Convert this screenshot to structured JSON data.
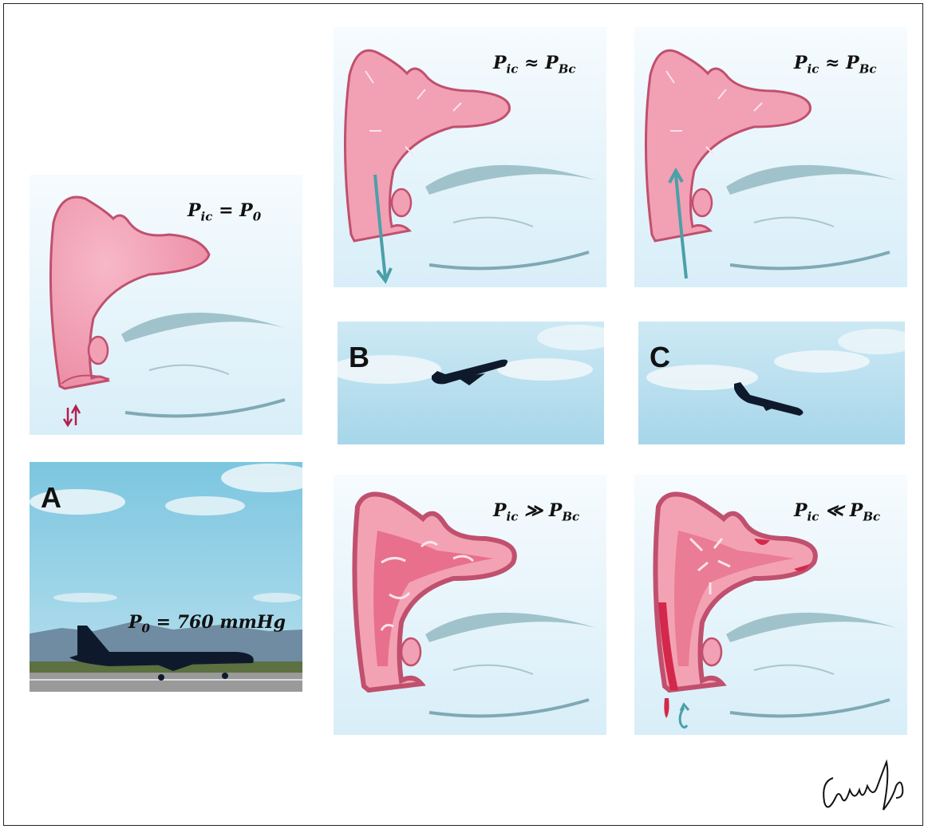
{
  "figure": {
    "panel_letters": {
      "a": "A",
      "b": "B",
      "c": "C"
    },
    "equations": {
      "ground": {
        "lhs": "P",
        "lhs_sub": "ic",
        "op": "=",
        "rhs": "P",
        "rhs_sub": "0"
      },
      "climb_top": {
        "lhs": "P",
        "lhs_sub": "ic",
        "op": "≈",
        "rhs": "P",
        "rhs_sub": "Bc"
      },
      "descent_top": {
        "lhs": "P",
        "lhs_sub": "ic",
        "op": "≈",
        "rhs": "P",
        "rhs_sub": "Bc"
      },
      "climb_bottom": {
        "lhs": "P",
        "lhs_sub": "ic",
        "op": "≫",
        "rhs": "P",
        "rhs_sub": "Bc"
      },
      "descent_bottom": {
        "lhs": "P",
        "lhs_sub": "ic",
        "op": "≪",
        "rhs": "P",
        "rhs_sub": "Bc"
      }
    },
    "pressure_label": {
      "symbol": "P",
      "sub": "0",
      "text": "= 760 mmHg"
    },
    "signature": "Consuelo"
  },
  "colors": {
    "sinus_fill": "#f2a0b4",
    "sinus_edge": "#c0506e",
    "inflamed": "#e0455f",
    "sky": "#b9dff0",
    "arrow_teal": "#4aa0a8",
    "arrow_red": "#b02050",
    "plane": "#0e1a2c"
  }
}
